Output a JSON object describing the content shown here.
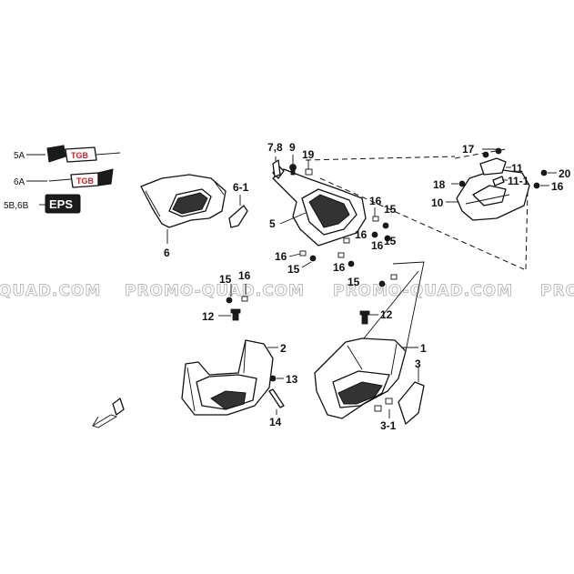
{
  "watermarks": [
    "QUAD.COM",
    "PROMO-QUAD.COM",
    "PROMO-QUAD.COM",
    "PRO"
  ],
  "decal_labels": {
    "d5A": "5A",
    "d6A": "6A",
    "d5B6B": "5B,6B"
  },
  "decal_text": {
    "tgb_1": "TGB",
    "tgb_2": "TGB",
    "eps": "EPS"
  },
  "callouts": {
    "p1": "1",
    "p2": "2",
    "p3": "3",
    "p3_1": "3-1",
    "p5": "5",
    "p6": "6",
    "p6_1": "6-1",
    "p7_8": "7,8",
    "p9": "9",
    "p10": "10",
    "p11": "11",
    "p11_1": "11-1",
    "p12_a": "12",
    "p12_b": "12",
    "p13": "13",
    "p14": "14",
    "p15_a": "15",
    "p15_b": "15",
    "p15_c": "15",
    "p15_d": "15",
    "p15_e": "15",
    "p16_a": "16",
    "p16_b": "16",
    "p16_c": "16",
    "p16_d": "16",
    "p16_e": "16",
    "p16_f": "16",
    "p16_g": "16",
    "p17": "17",
    "p18": "18",
    "p19": "19",
    "p20": "20"
  }
}
